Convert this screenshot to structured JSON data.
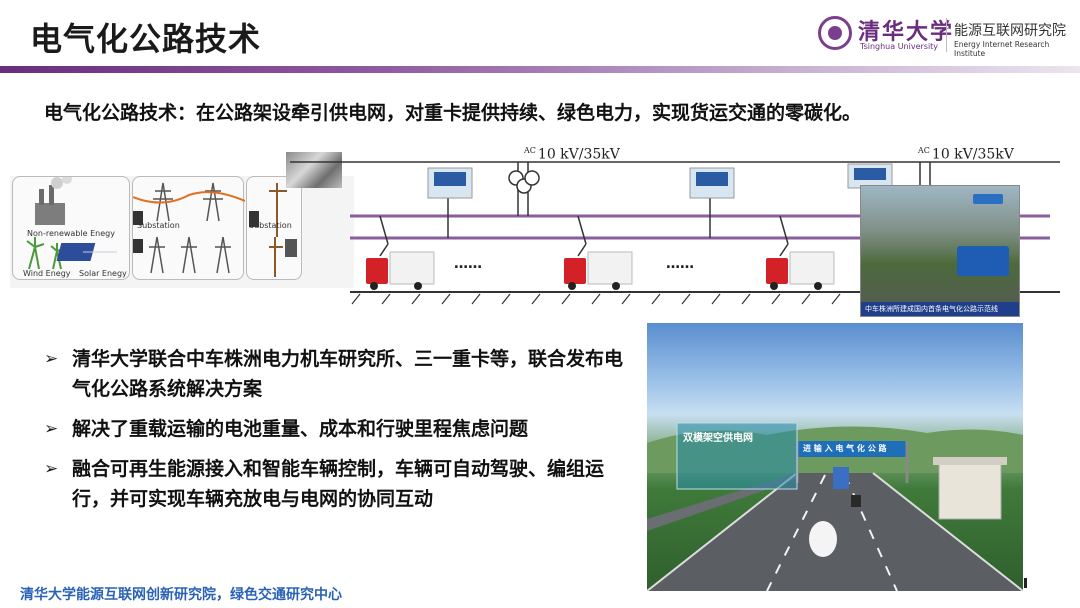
{
  "slide": {
    "title": "电气化公路技术",
    "intro": "电气化公路技术：在公路架设牵引供电网，对重卡提供持续、绿色电力，实现货运交通的零碳化。",
    "footer": "清华大学能源互联网创新研究院，绿色交通研究中心"
  },
  "logo": {
    "university_cn": "清华大学",
    "university_en": "Tsinghua University",
    "institute_cn": "能源互联网研究院",
    "institute_en": "Energy Internet Research Institute"
  },
  "diagram": {
    "labels": {
      "non_renewable": "Non-renewable Enegy",
      "wind": "Wind Enegy",
      "solar": "Solar Enegy",
      "substation_1": "Substation",
      "substation_2": "Substation"
    },
    "voltage_1": {
      "ac": "AC",
      "value": "10 kV/35kV"
    },
    "voltage_2": {
      "ac": "AC",
      "value": "10 kV/35kV"
    },
    "ellipsis": "……",
    "photo_caption": "中车株洲所建成国内首条电气化公路示范线"
  },
  "bullets": [
    {
      "text": "清华大学联合中车株洲电力机车研究所、三一重卡等，联合发布电气化公路系统解决方案"
    },
    {
      "text": "解决了重载运输的电池重量、成本和行驶里程焦虑问题"
    },
    {
      "text": "融合可再生能源接入和智能车辆控制，车辆可自动驾驶、编组运行，并可实现车辆充放电与电网的协同互动"
    }
  ],
  "road_image": {
    "sign_text": "双模架空供电网",
    "gantry_text": "进 输 入 电 气 化 公 路"
  },
  "colors": {
    "accent_purple": "#6a2d7e",
    "line_purple": "#8a5e9e",
    "footer_blue": "#2a62b6",
    "truck_red": "#d42027"
  }
}
